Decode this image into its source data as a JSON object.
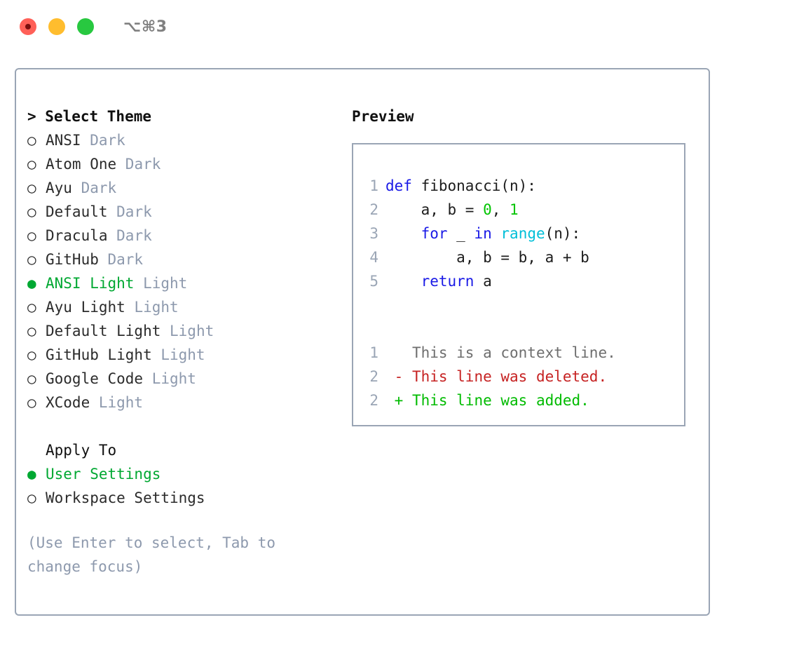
{
  "titlebar": {
    "shortcut": "⌥⌘3",
    "lights": [
      {
        "name": "close",
        "color": "#ff6058"
      },
      {
        "name": "minimize",
        "color": "#ffbd2e"
      },
      {
        "name": "maximize",
        "color": "#28c840"
      }
    ]
  },
  "theme_picker": {
    "heading": "> Select Theme",
    "selected_bullet": "●",
    "unselected_bullet": "○",
    "selected_color": "#00a832",
    "kind_color": "#8d99ad",
    "items": [
      {
        "name": "ANSI",
        "kind": "Dark",
        "selected": false
      },
      {
        "name": "Atom One",
        "kind": "Dark",
        "selected": false
      },
      {
        "name": "Ayu",
        "kind": "Dark",
        "selected": false
      },
      {
        "name": "Default",
        "kind": "Dark",
        "selected": false
      },
      {
        "name": "Dracula",
        "kind": "Dark",
        "selected": false
      },
      {
        "name": "GitHub",
        "kind": "Dark",
        "selected": false
      },
      {
        "name": "ANSI Light",
        "kind": "Light",
        "selected": true
      },
      {
        "name": "Ayu Light",
        "kind": "Light",
        "selected": false
      },
      {
        "name": "Default Light",
        "kind": "Light",
        "selected": false
      },
      {
        "name": "GitHub Light",
        "kind": "Light",
        "selected": false
      },
      {
        "name": "Google Code",
        "kind": "Light",
        "selected": false
      },
      {
        "name": "XCode",
        "kind": "Light",
        "selected": false
      }
    ]
  },
  "apply_to": {
    "heading": "Apply To",
    "options": [
      {
        "label": "User Settings",
        "selected": true
      },
      {
        "label": "Workspace Settings",
        "selected": false
      }
    ]
  },
  "hint": "(Use Enter to select, Tab to change focus)",
  "preview": {
    "title": "Preview",
    "code_lines": [
      {
        "no": "1",
        "tokens": [
          {
            "t": "def",
            "c": "kw"
          },
          {
            "t": " fibonacci(n):",
            "c": "plain"
          }
        ]
      },
      {
        "no": "2",
        "tokens": [
          {
            "t": "    a, b = ",
            "c": "plain"
          },
          {
            "t": "0",
            "c": "num"
          },
          {
            "t": ", ",
            "c": "plain"
          },
          {
            "t": "1",
            "c": "num"
          }
        ]
      },
      {
        "no": "3",
        "tokens": [
          {
            "t": "    ",
            "c": "plain"
          },
          {
            "t": "for",
            "c": "kw"
          },
          {
            "t": " _ ",
            "c": "plain"
          },
          {
            "t": "in",
            "c": "kw"
          },
          {
            "t": " ",
            "c": "plain"
          },
          {
            "t": "range",
            "c": "fn"
          },
          {
            "t": "(n):",
            "c": "plain"
          }
        ]
      },
      {
        "no": "4",
        "tokens": [
          {
            "t": "        a, b = b, a + b",
            "c": "plain"
          }
        ]
      },
      {
        "no": "5",
        "tokens": [
          {
            "t": "    ",
            "c": "plain"
          },
          {
            "t": "return",
            "c": "kw"
          },
          {
            "t": " a",
            "c": "plain"
          }
        ]
      }
    ],
    "diff_lines": [
      {
        "no": "1",
        "marker": " ",
        "text": " This is a context line.",
        "kind": "diff-ctx"
      },
      {
        "no": "2",
        "marker": "-",
        "text": " This line was deleted.",
        "kind": "diff-del"
      },
      {
        "no": "2",
        "marker": "+",
        "text": " This line was added.",
        "kind": "diff-add"
      }
    ]
  }
}
